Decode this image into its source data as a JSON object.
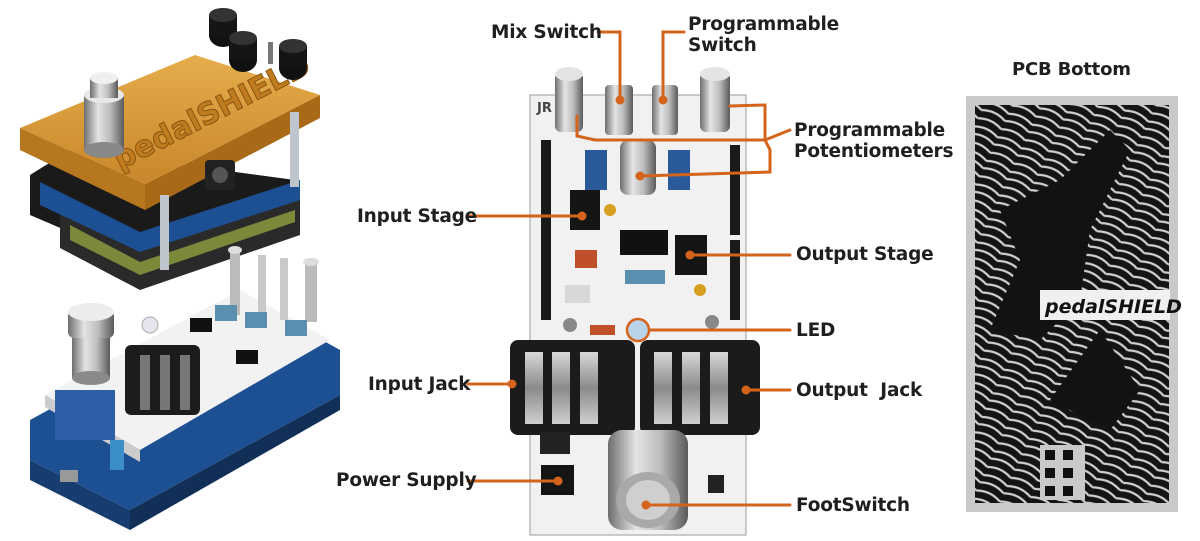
{
  "labels": {
    "mix_switch": "Mix Switch",
    "programmable_switch_1": "Programmable",
    "programmable_switch_2": "Switch",
    "programmable_pots_1": "Programmable",
    "programmable_pots_2": "Potentiometers",
    "input_stage": "Input Stage",
    "output_stage": "Output Stage",
    "led": "LED",
    "input_jack": "Input Jack",
    "output_jack": "Output  Jack",
    "power_supply": "Power Supply",
    "footswitch": "FootSwitch"
  },
  "pcb_bottom_title": "PCB Bottom",
  "logo_text": "pedalSHIELD",
  "colors": {
    "leader": "#d4641c",
    "label_text": "#1f1f1f",
    "enclosure_orange": "#e0a23a",
    "board_white": "#f1f1f1",
    "arduino_blue": "#1d4f93",
    "pcb_silver": "#c9c9c9",
    "pcb_black": "#151515"
  }
}
